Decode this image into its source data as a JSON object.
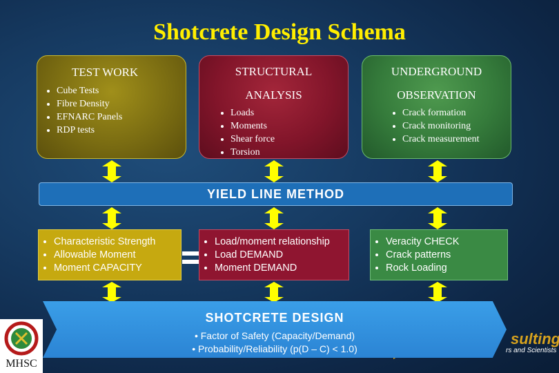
{
  "title": "Shotcrete Design Schema",
  "test_work": {
    "heading": "TEST WORK",
    "items": [
      "Cube Tests",
      "Fibre Density",
      "EFNARC Panels",
      "RDP tests"
    ]
  },
  "structural_analysis": {
    "heading_line1": "STRUCTURAL",
    "heading_line2": "ANALYSIS",
    "items": [
      "Loads",
      "Moments",
      "Shear force",
      "Torsion"
    ]
  },
  "underground_observation": {
    "heading_line1": "UNDERGROUND",
    "heading_line2": "OBSERVATION",
    "items": [
      "Crack formation",
      "Crack monitoring",
      "Crack measurement"
    ]
  },
  "yield_line": {
    "label": "YIELD LINE METHOD"
  },
  "capacity": {
    "items": [
      "Characteristic Strength",
      "Allowable Moment",
      "Moment CAPACITY"
    ]
  },
  "demand": {
    "items": [
      "Load/moment relationship",
      "Load DEMAND",
      "Moment DEMAND"
    ]
  },
  "veracity": {
    "items": [
      "Veracity CHECK",
      "Crack patterns",
      "Rock Loading"
    ]
  },
  "shotcrete_design": {
    "label": "SHOTCRETE DESIGN",
    "items": [
      "• Factor of Safety (Capacity/Demand)",
      "• Probability/Reliability (p(D – C) < 1.0)"
    ]
  },
  "logo": {
    "text": "MHSC"
  },
  "brand": {
    "text": "sulting",
    "tagline": "rs and Scientists"
  },
  "colors": {
    "title": "#ffee00",
    "test_work": "#7b6d12",
    "structural": "#82152a",
    "underground": "#357b3b",
    "yield_bar": "#1e6fb8",
    "connector": "#ffff00"
  }
}
